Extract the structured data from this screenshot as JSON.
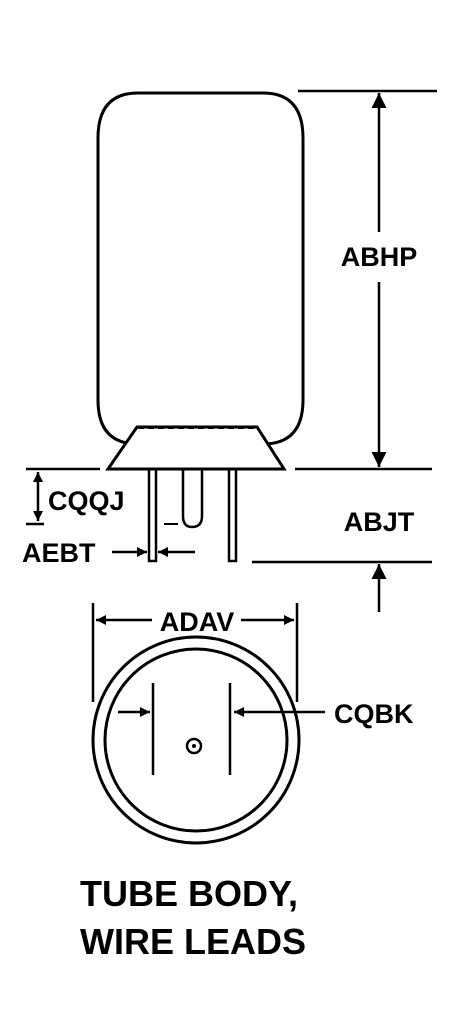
{
  "diagram": {
    "labels": {
      "overall_height": "ABHP",
      "base_height": "ABJT",
      "lead_length": "CQQJ",
      "lead_diameter": "AEBT",
      "body_diameter": "ADAV",
      "lead_spacing": "CQBK"
    },
    "caption": {
      "line1": "TUBE BODY,",
      "line2": "WIRE LEADS"
    },
    "colors": {
      "ink": "#000000",
      "background": "#ffffff"
    }
  }
}
